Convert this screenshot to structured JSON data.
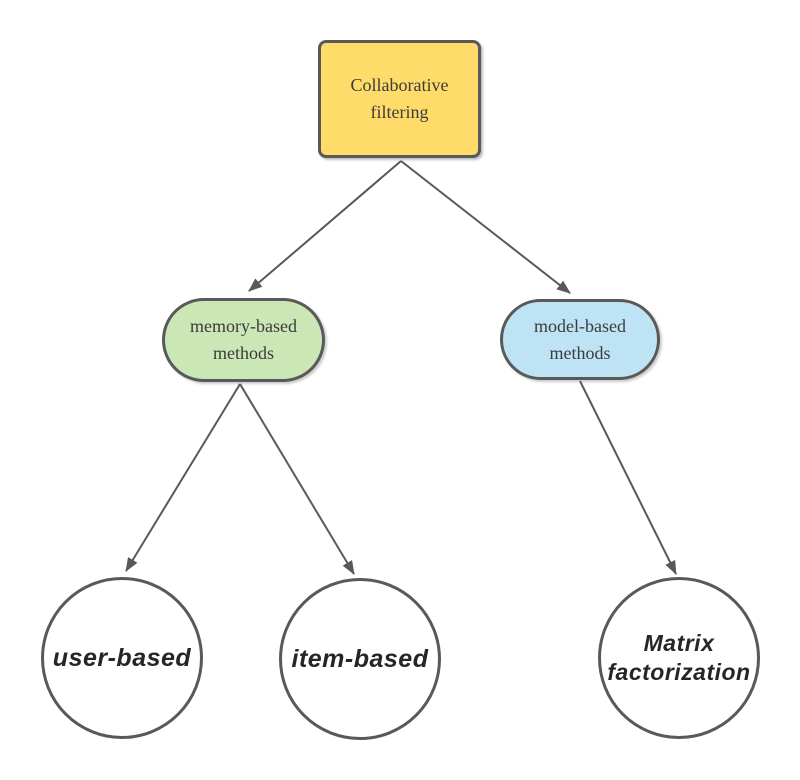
{
  "diagram": {
    "background": "#ffffff",
    "edge_color": "#595959",
    "node_border_color": "#595959",
    "text_color": "#3b3b3b",
    "nodes": {
      "collaborative_filtering": {
        "label": "Collaborative filtering",
        "shape": "rounded-rectangle",
        "fill": "#FFDC69"
      },
      "memory_based": {
        "label": "memory-based methods",
        "shape": "pill",
        "fill": "#CBE7B5"
      },
      "model_based": {
        "label": "model-based methods",
        "shape": "pill",
        "fill": "#BDE3F5"
      },
      "user_based": {
        "label": "user-based",
        "shape": "circle",
        "fill": "#FFFFFF"
      },
      "item_based": {
        "label": "item-based",
        "shape": "circle",
        "fill": "#FFFFFF"
      },
      "matrix_factorization": {
        "label": "Matrix factorization",
        "shape": "circle",
        "fill": "#FFFFFF"
      }
    },
    "edges": [
      {
        "from": "collaborative_filtering",
        "to": "memory_based"
      },
      {
        "from": "collaborative_filtering",
        "to": "model_based"
      },
      {
        "from": "memory_based",
        "to": "user_based"
      },
      {
        "from": "memory_based",
        "to": "item_based"
      },
      {
        "from": "model_based",
        "to": "matrix_factorization"
      }
    ]
  }
}
